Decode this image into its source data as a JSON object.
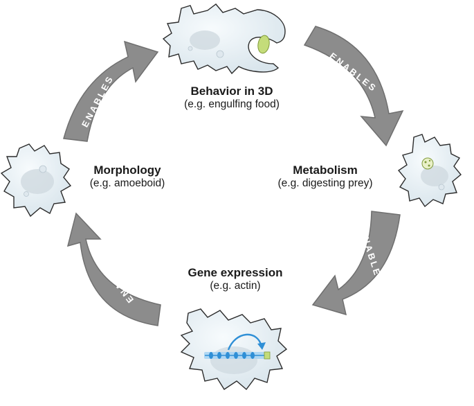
{
  "colors": {
    "arrow": "#8c8c8c",
    "arrow_edge": "#6f6f6f",
    "cell_fill": "#e6eef3",
    "cell_edge": "#2b2b2b",
    "nucleus": "#cfd9e0",
    "prey": "#c4dc7a",
    "dna_blue": "#2f8fd6",
    "dna_light": "#a8d4f3",
    "text": "#1a1a1a"
  },
  "nodes": {
    "behavior": {
      "title": "Behavior in 3D",
      "example": "(e.g. engulfing food)"
    },
    "metabolism": {
      "title": "Metabolism",
      "example": "(e.g. digesting prey)"
    },
    "gene": {
      "title": "Gene expression",
      "example": "(e.g. actin)"
    },
    "morphology": {
      "title": "Morphology",
      "example": "(e.g. amoeboid)"
    }
  },
  "arrows": [
    {
      "label": "ENABLES"
    },
    {
      "label": "ENABLES"
    },
    {
      "label": "ENABLES"
    },
    {
      "label": "ENABLES"
    }
  ],
  "icons": {
    "engulfing_cell": "engulfing-amoeba-icon",
    "digesting_cell": "digesting-amoeba-icon",
    "gene_cell": "actin-gene-amoeba-icon",
    "morphology_cell": "amoeboid-cell-icon"
  }
}
